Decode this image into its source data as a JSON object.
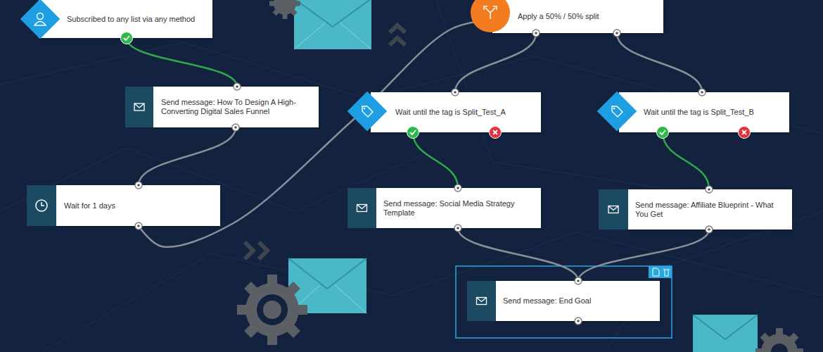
{
  "diagram": {
    "nodes": [
      {
        "text": [
          "Subscribed to any list via any method"
        ]
      },
      {
        "text": [
          "Send message: How To Design A High-Converting Digital Sales Funnel"
        ]
      },
      {
        "text": [
          "Wait for 1 days"
        ]
      },
      {
        "text": [
          "Apply a 50% / 50% split"
        ]
      },
      {
        "text": [
          "Wait until the tag is Split_Test_A"
        ]
      },
      {
        "text": [
          "Wait until the tag is Split_Test_B"
        ]
      },
      {
        "text": [
          "Send message: Social Media Strategy Template"
        ]
      },
      {
        "text": [
          "Send message: Affiliate Blueprint - What You Get"
        ]
      },
      {
        "text": [
          "Send message: End Goal"
        ]
      }
    ],
    "edges": [
      {
        "from": 0,
        "to": 1,
        "arrow": "none"
      },
      {
        "from": 1,
        "to": 2,
        "arrow": "none"
      },
      {
        "from": 2,
        "to": 3,
        "arrow": "none"
      },
      {
        "from": 3,
        "to": 4,
        "arrow": "none"
      },
      {
        "from": 3,
        "to": 5,
        "arrow": "none"
      },
      {
        "from": 4,
        "to": 6,
        "arrow": "none"
      },
      {
        "from": 5,
        "to": 7,
        "arrow": "none"
      },
      {
        "from": 6,
        "to": 8,
        "arrow": "none"
      },
      {
        "from": 7,
        "to": 8,
        "arrow": "none"
      }
    ]
  }
}
